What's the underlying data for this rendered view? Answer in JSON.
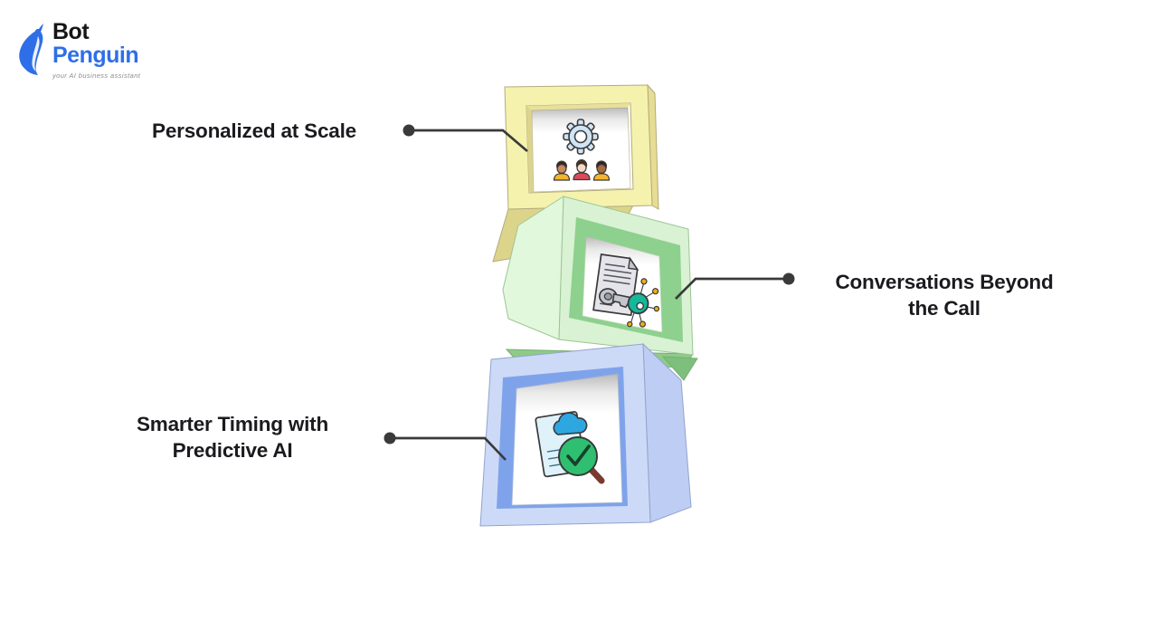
{
  "logo": {
    "brand_line1": "Bot",
    "brand_line2": "Penguin",
    "tagline": "your AI business assistant",
    "icon": "penguin-icon",
    "colors": {
      "brand_blue": "#2e6fe8",
      "brand_dark": "#161616",
      "tagline_gray": "#8c8c8c"
    }
  },
  "diagram": {
    "connector_color": "#3a3a3a",
    "items": [
      {
        "label": "Personalized at Scale",
        "side": "left",
        "cube_color_name": "yellow",
        "icon": "gear-and-team-icon",
        "colors": {
          "face": "#f5f2ae",
          "side": "#ddd48b",
          "inset": "#ffffff"
        }
      },
      {
        "label": "Conversations Beyond the Call",
        "side": "right",
        "cube_color_name": "green",
        "icon": "document-key-icon",
        "colors": {
          "face": "#d8f2d3",
          "side": "#8fca89",
          "frame": "#8ed08e",
          "inset": "#ffffff"
        }
      },
      {
        "label": "Smarter Timing with Predictive AI",
        "side": "left",
        "cube_color_name": "blue",
        "icon": "document-search-icon",
        "colors": {
          "face": "#ccdaf8",
          "side": "#bdcdf4",
          "frame": "#7fa3ea",
          "inset": "#ffffff"
        }
      }
    ]
  }
}
